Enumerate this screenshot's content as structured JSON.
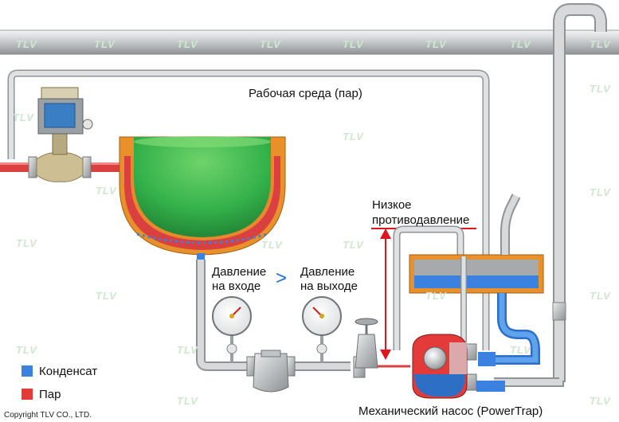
{
  "labels": {
    "working_medium": "Рабочая среда (пар)",
    "low_backpressure_line1": "Низкое",
    "low_backpressure_line2": "противодавление",
    "inlet_pressure_line1": "Давление",
    "inlet_pressure_line2": "на входе",
    "outlet_pressure_line1": "Давление",
    "outlet_pressure_line2": "на выходе",
    "comparison_sign": ">",
    "pump_name": "Механический насос (PowerTrap)"
  },
  "legend": [
    {
      "label": "Конденсат",
      "color": "#3b82e0"
    },
    {
      "label": "Пар",
      "color": "#e43a3a"
    }
  ],
  "watermark": "TLV",
  "copyright": "Copyright TLV CO., LTD.",
  "colors": {
    "steam": "#d9403f",
    "condensate": "#3b82e0",
    "vessel_content": "#33b54a",
    "jacket_insulation": "#e8902a",
    "pipe": "#c9ccce",
    "arrow": "#e0141c",
    "comparison_sign": "#1a6fd0"
  }
}
